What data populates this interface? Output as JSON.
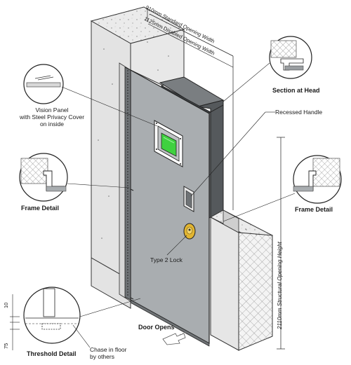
{
  "labels": {
    "std_width": "910mm Standard Opening Width",
    "dis_width": "1125mm Disabled Opening Width",
    "section_head": "Section at Head",
    "recessed_handle": "Recessed Handle",
    "vision_panel_1": "Vision Panel",
    "vision_panel_2": "with Steel Privacy Cover",
    "vision_panel_3": "on inside",
    "frame_detail_left": "Frame Detail",
    "frame_detail_right": "Frame Detail",
    "type2_lock": "Type 2 Lock",
    "height": "2110mm Structural Opening Height",
    "threshold_detail": "Threshold Detail",
    "door_opens": "Door Opens",
    "chase_1": "Chase in floor",
    "chase_2": "by others",
    "dim_10": "10",
    "dim_75": "75"
  },
  "colors": {
    "door_face": "#a9adb0",
    "door_edge": "#6f7376",
    "frame_dark": "#55595c",
    "wall_face": "#e6e6e6",
    "glass": "#3fd13f",
    "lock_gold": "#e2b531",
    "hatch": "#9a9a9a"
  }
}
